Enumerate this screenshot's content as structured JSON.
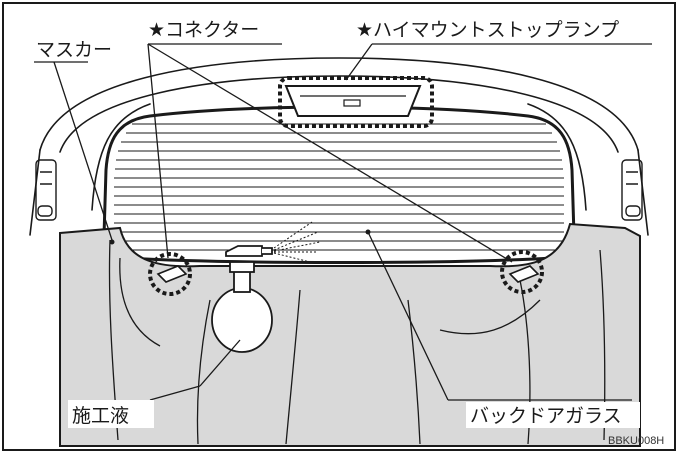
{
  "labels": {
    "masker": "マスカー",
    "connector": "★コネクター",
    "highmount": "★ハイマウントストップランプ",
    "solution": "施工液",
    "back_glass": "バックドアガラス"
  },
  "figure_code": "BBKU008H",
  "colors": {
    "masker_fill": "#d9d9d9",
    "line": "#1a1a1a"
  }
}
